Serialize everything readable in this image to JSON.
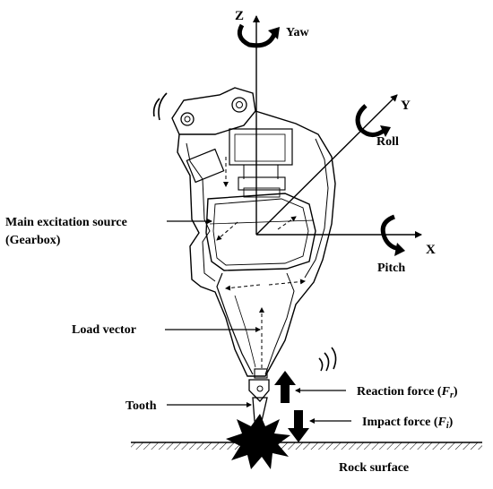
{
  "axes": {
    "z_label": "Z",
    "y_label": "Y",
    "x_label": "X",
    "yaw_label": "Yaw",
    "roll_label": "Roll",
    "pitch_label": "Pitch"
  },
  "labels": {
    "main_excitation_line1": "Main excitation source",
    "main_excitation_line2": "(Gearbox)",
    "load_vector": "Load vector",
    "tooth": "Tooth",
    "reaction_force_text": "Reaction force (",
    "reaction_force_symbol": "F",
    "reaction_force_sub": "r",
    "impact_force_text": "Impact force (",
    "impact_force_symbol": "F",
    "impact_force_sub": "i",
    "close_paren": ")",
    "rock_surface": "Rock surface"
  },
  "colors": {
    "ink": "#000000",
    "background": "#ffffff"
  }
}
